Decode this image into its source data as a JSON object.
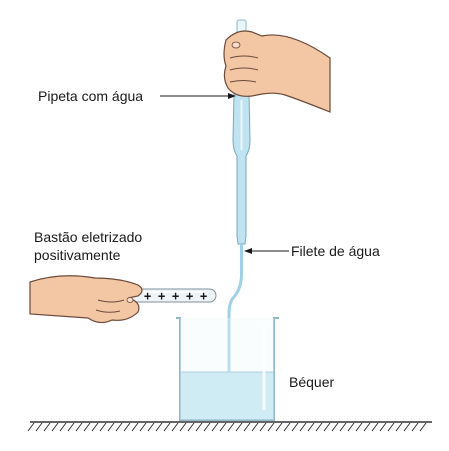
{
  "labels": {
    "pipette": "Pipeta com água",
    "rod_line1": "Bastão eletrizado",
    "rod_line2": "positivamente",
    "water_stream": "Filete de água",
    "beaker": "Béquer"
  },
  "rod_charges": [
    "+",
    "+",
    "+",
    "+",
    "+"
  ],
  "colors": {
    "water": "#bfe3f0",
    "glass_outline": "#8fb7c8",
    "skin": "#f3c6a4",
    "skin_outline": "#6b4a3a",
    "ground": "#333333"
  },
  "icons": {
    "hand_top": "hand-holding-pipette-icon",
    "hand_left": "hand-holding-rod-icon"
  }
}
